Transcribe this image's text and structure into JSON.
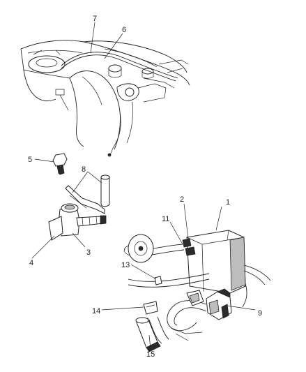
{
  "diagram": {
    "callouts": {
      "c1": "1",
      "c2": "2",
      "c3": "3",
      "c4": "4",
      "c5": "5",
      "c6": "6",
      "c7": "7",
      "c8": "8",
      "c9": "9",
      "c11": "11",
      "c13": "13",
      "c14": "14",
      "c15": "15"
    },
    "colors": {
      "line": "#222222",
      "background": "#ffffff",
      "shade": "#2b2b2b"
    }
  }
}
